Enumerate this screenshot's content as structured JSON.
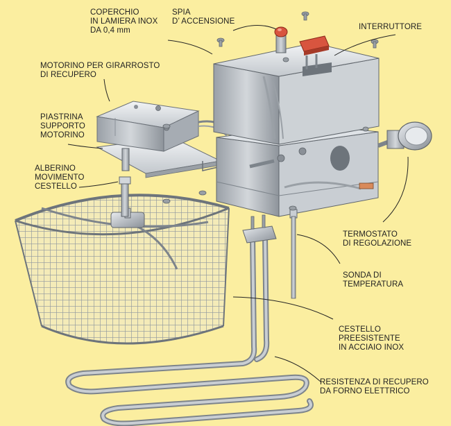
{
  "diagram": {
    "labels": {
      "coperchio": "COPERCHIO\nIN LAMIERA INOX\nDA 0,4 mm",
      "spia": "SPIA\nD’ ACCENSIONE",
      "interruttore": "INTERRUTTORE",
      "motorino": "MOTORINO PER GIRARROSTO\nDI RECUPERO",
      "piastrina": "PIASTRINA\nSUPPORTO\nMOTORINO",
      "alberino": "ALBERINO\nMOVIMENTO\nCESTELLO",
      "termostato": "TERMOSTATO\nDI REGOLAZIONE",
      "sonda": "SONDA DI\nTEMPERATURA",
      "cestello": "CESTELLO\nPREESISTENTE\nIN ACCIAIO INOX",
      "resistenza": "RESISTENZA DI RECUPERO\nDA FORNO ELETTRICO"
    },
    "colors": {
      "background": "#fbeea0",
      "steel": "#b9bec4",
      "steel_dark": "#7e858c",
      "switch_red": "#d8553f",
      "wire": "#9aa0a6"
    }
  }
}
